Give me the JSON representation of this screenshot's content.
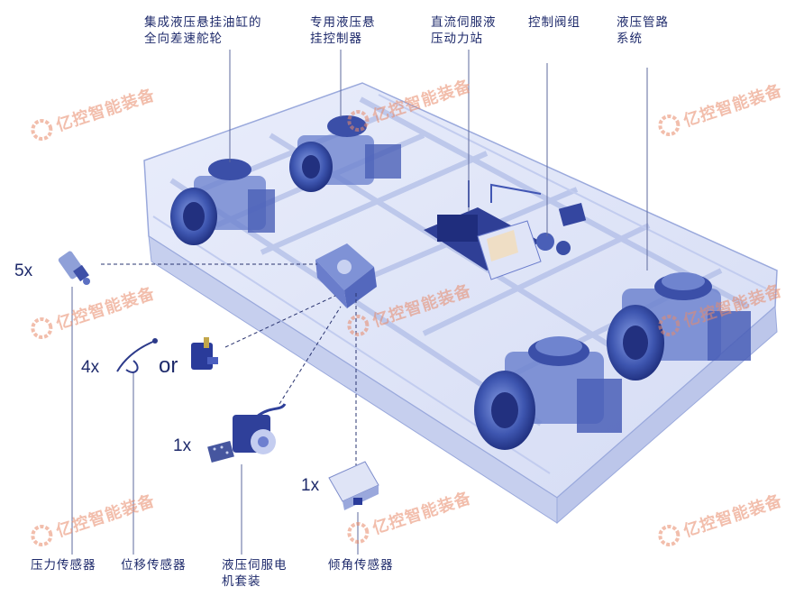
{
  "top_labels": [
    {
      "id": "omni-wheel",
      "text": "集成液压悬挂油缸的\n全向差速舵轮"
    },
    {
      "id": "suspension-controller",
      "text": "专用液压悬\n挂控制器"
    },
    {
      "id": "power-station",
      "text": "直流伺服液\n压动力站"
    },
    {
      "id": "valve-group",
      "text": "控制阀组"
    },
    {
      "id": "piping",
      "text": "液压管路\n系统"
    }
  ],
  "bottom_labels": [
    {
      "id": "pressure-sensor",
      "text": "压力传感器"
    },
    {
      "id": "displacement-sensor",
      "text": "位移传感器"
    },
    {
      "id": "servo-motor",
      "text": "液压伺服电\n机套装"
    },
    {
      "id": "tilt-sensor",
      "text": "倾角传感器"
    }
  ],
  "quantities": {
    "pressure": "5x",
    "displacement": "4x",
    "servo": "1x",
    "tilt": "1x"
  },
  "or_word": "or",
  "watermark_text": "亿控智能装备",
  "colors": {
    "ink": "#1e2a6b",
    "xray": "#5a72c8",
    "xray_light": "#c7d0f0",
    "watermark": "#e88a6a"
  }
}
